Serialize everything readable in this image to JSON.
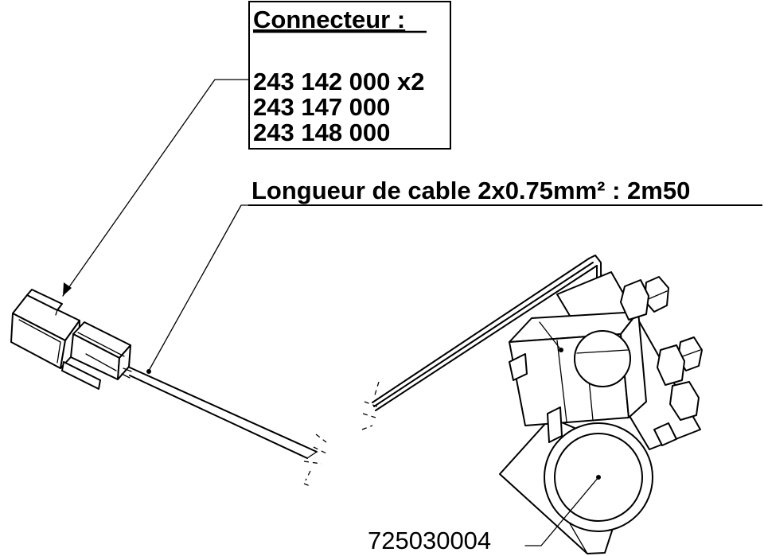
{
  "connector_box": {
    "heading": "Connecteur :",
    "parts": [
      "243 142 000 x2",
      "243 147 000",
      "243 148 000"
    ]
  },
  "cable_label": "Longueur de cable 2x0.75mm² : 2m50",
  "clamp_reference": "725030004"
}
